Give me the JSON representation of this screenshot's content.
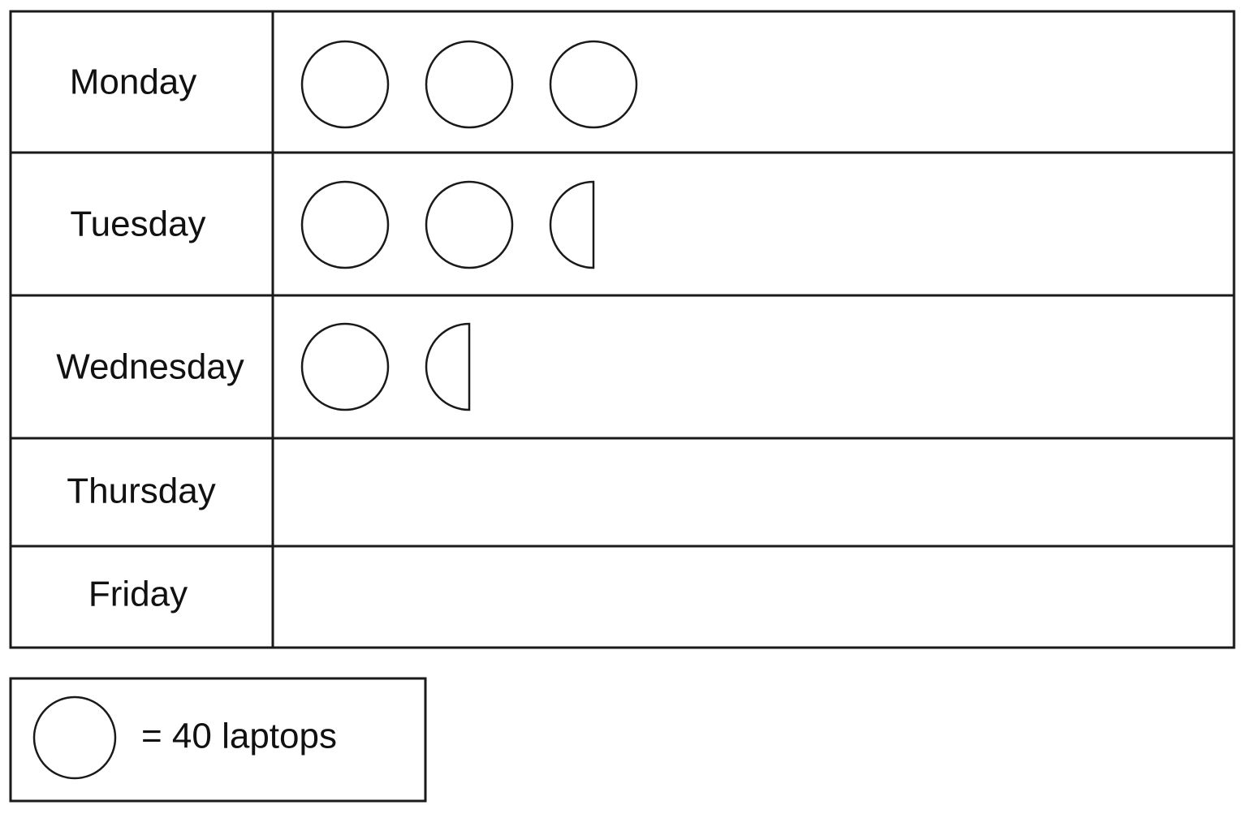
{
  "chart_data": {
    "type": "table",
    "categories": [
      "Monday",
      "Tuesday",
      "Wednesday",
      "Thursday",
      "Friday"
    ],
    "icon_counts": [
      3,
      2.5,
      1.5,
      0,
      0
    ],
    "values": [
      120,
      100,
      60,
      0,
      0
    ],
    "units_per_icon": 40,
    "legend": {
      "symbol": "circle-icon",
      "text": "= 40 laptops"
    }
  },
  "colors": {
    "line": "#1a1a1a",
    "text": "#111111",
    "background": "#ffffff"
  }
}
